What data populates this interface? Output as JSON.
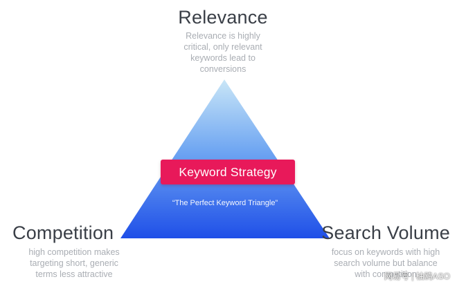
{
  "top": {
    "heading": "Relevance",
    "description_lines": [
      "Relevance is highly",
      "critical, only relevant",
      "keywords lead to",
      "conversions"
    ]
  },
  "left": {
    "heading": "Competition",
    "description_lines": [
      "high competition makes",
      "targeting short, generic",
      "terms less attractive"
    ]
  },
  "right": {
    "heading": "Search Volume",
    "description_lines": [
      "focus on keywords with high",
      "search volume but balance",
      "with competition"
    ]
  },
  "center": {
    "label": "Keyword Strategy",
    "subtitle": "“The Perfect Keyword Triangle”"
  },
  "watermark": "网易号 | 柚鸥ASO",
  "colors": {
    "triangle_top": "#c9e6f7",
    "triangle_bottom": "#1f4fe8",
    "label_bg": "#e8195a",
    "heading_text": "#3a3f47",
    "description_text": "#a9adb3"
  }
}
